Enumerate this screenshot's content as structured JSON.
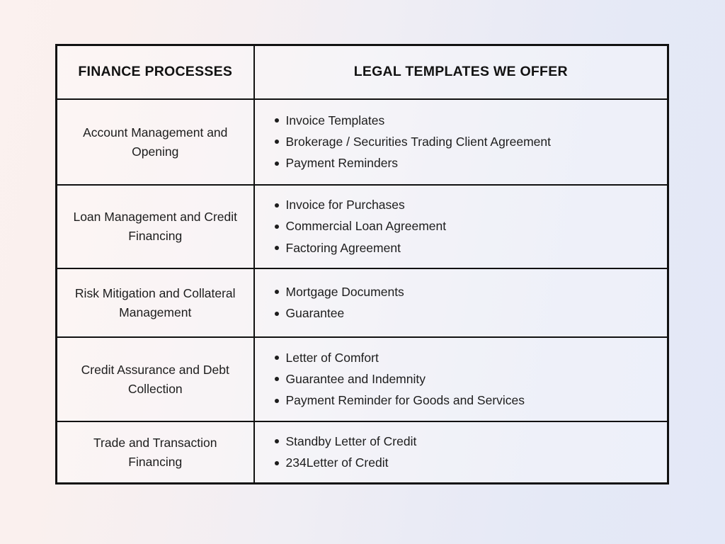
{
  "background": {
    "gradient_from": "#faf0ee",
    "gradient_to": "#e3e8f7",
    "direction": "left-to-right"
  },
  "table": {
    "border_color": "#111111",
    "text_color": "#1d1d1d",
    "headers": {
      "left": "FINANCE PROCESSES",
      "right": "LEGAL TEMPLATES WE OFFER"
    },
    "rows": [
      {
        "process": "Account Management and Opening",
        "templates": [
          "Invoice Templates",
          "Brokerage / Securities Trading Client Agreement",
          "Payment Reminders"
        ]
      },
      {
        "process": "Loan Management and Credit Financing",
        "templates": [
          "Invoice for Purchases",
          "Commercial Loan Agreement",
          "Factoring Agreement"
        ]
      },
      {
        "process": "Risk Mitigation and Collateral Management",
        "templates": [
          "Mortgage Documents",
          "Guarantee"
        ]
      },
      {
        "process": "Credit Assurance and Debt Collection",
        "templates": [
          "Letter of Comfort",
          "Guarantee and Indemnity",
          "Payment Reminder for Goods and Services"
        ]
      },
      {
        "process": "Trade and Transaction Financing",
        "templates": [
          "Standby Letter of Credit",
          "234Letter of Credit"
        ]
      }
    ]
  }
}
